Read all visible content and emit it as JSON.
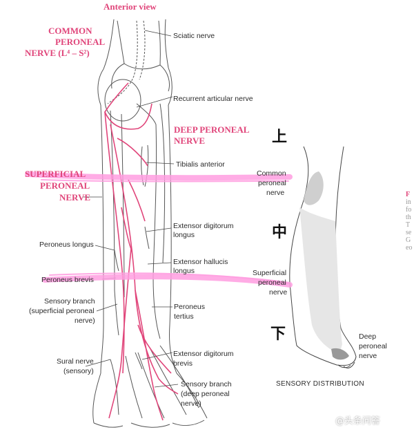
{
  "view_title": "Anterior view",
  "heading": {
    "common_line1": "COMMON",
    "common_line2": "PERONEAL",
    "common_line3": "NERVE (L⁴ – S²)",
    "deep_line1": "DEEP PERONEAL",
    "deep_line2": "NERVE",
    "superficial_line1": "SUPERFICIAL",
    "superficial_line2": "PERONEAL",
    "superficial_line3": "NERVE"
  },
  "labels": {
    "sciatic": "Sciatic nerve",
    "recurrent": "Recurrent articular nerve",
    "tibialis": "Tibialis anterior",
    "edl_1": "Extensor digitorum",
    "edl_2": "longus",
    "ehl_1": "Extensor hallucis",
    "ehl_2": "longus",
    "peroneus_longus": "Peroneus longus",
    "peroneus_brevis": "Peroneus brevis",
    "sensory_sup_1": "Sensory branch",
    "sensory_sup_2": "(superficial peroneal",
    "sensory_sup_3": "nerve)",
    "peroneus_tertius_1": "Peroneus",
    "peroneus_tertius_2": "tertius",
    "edb_1": "Extensor digitorum",
    "edb_2": "brevis",
    "sural_1": "Sural nerve",
    "sural_2": "(sensory)",
    "sensory_deep_1": "Sensory branch",
    "sensory_deep_2": "(deep peroneal",
    "sensory_deep_3": "nerve)"
  },
  "sensory": {
    "common_1": "Common",
    "common_2": "peroneal",
    "common_3": "nerve",
    "superficial_1": "Superficial",
    "superficial_2": "peroneal",
    "superficial_3": "nerve",
    "deep_1": "Deep",
    "deep_2": "peroneal",
    "deep_3": "nerve",
    "caption": "SENSORY DISTRIBUTION"
  },
  "region_marks": {
    "upper": "上",
    "middle": "中",
    "lower": "下"
  },
  "edge_text": [
    "F",
    "in",
    "fo",
    "th",
    "T",
    "se",
    "G",
    "eo"
  ],
  "watermark": "@头条问答",
  "colors": {
    "nerve": "#e0457a",
    "highlight": "#ff9ee0",
    "ink": "#2a2a2a"
  }
}
